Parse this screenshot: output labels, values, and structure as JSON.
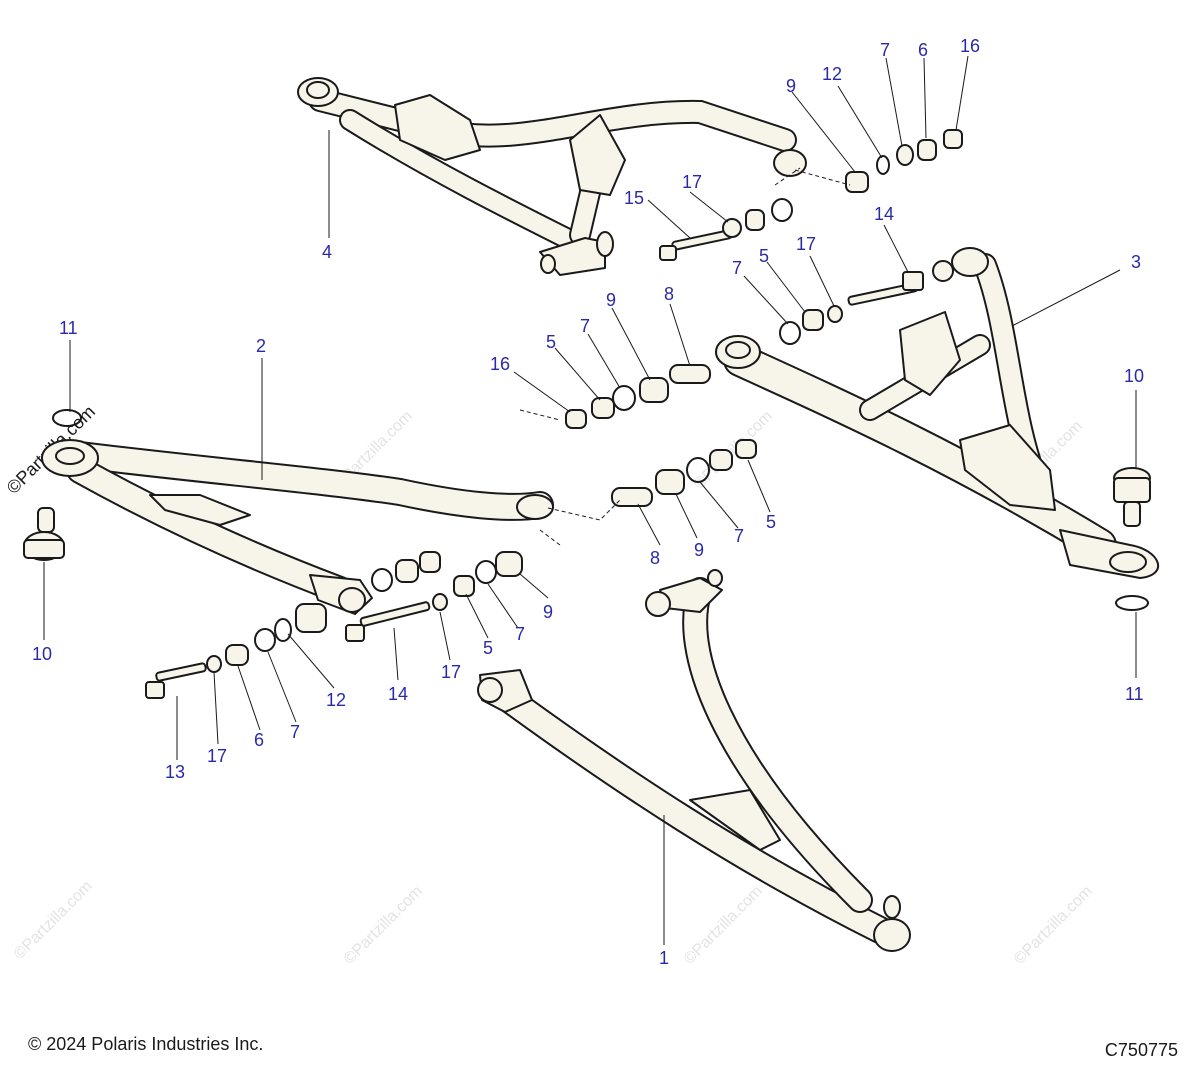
{
  "callouts": {
    "c1": "1",
    "c2": "2",
    "c3": "3",
    "c4": "4",
    "c5a": "5",
    "c5b": "5",
    "c5c": "5",
    "c5d": "5",
    "c6a": "6",
    "c6b": "6",
    "c7a": "7",
    "c7b": "7",
    "c7c": "7",
    "c7d": "7",
    "c7e": "7",
    "c7f": "7",
    "c8a": "8",
    "c8b": "8",
    "c9a": "9",
    "c9b": "9",
    "c9c": "9",
    "c9d": "9",
    "c10a": "10",
    "c10b": "10",
    "c11a": "11",
    "c11b": "11",
    "c12a": "12",
    "c12b": "12",
    "c13": "13",
    "c14a": "14",
    "c14b": "14",
    "c15": "15",
    "c16a": "16",
    "c16b": "16",
    "c17a": "17",
    "c17b": "17",
    "c17c": "17",
    "c17d": "17"
  },
  "watermark": {
    "text": "©Partzilla.com"
  },
  "footer": {
    "copyright": "© 2024 Polaris Industries Inc.",
    "drawing_id": "C750775"
  },
  "colors": {
    "part_fill": "#f7f4ea",
    "line": "#1a1a1a",
    "callout": "#2a2aa8"
  }
}
